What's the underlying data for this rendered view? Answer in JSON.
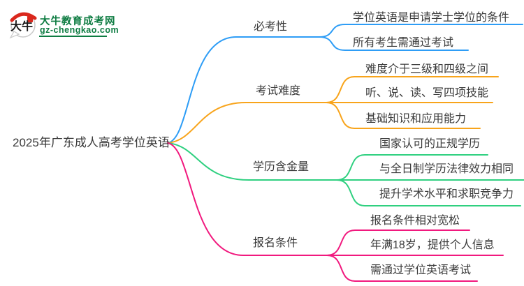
{
  "site": {
    "name": "大牛教育成考网",
    "domain": "gz-chengkao.com",
    "logo_glyph": "大牛",
    "brand_color": "#0E7C42",
    "logo_red": "#DA281D"
  },
  "mindmap": {
    "central_topic": "2025年广东成人高考学位英语",
    "text_color": "#3B3B3B",
    "branches": [
      {
        "label": "必考性",
        "color": "#2E9DF6",
        "children": [
          "学位英语是申请学士学位的条件",
          "所有考生需通过考试"
        ]
      },
      {
        "label": "考试难度",
        "color": "#F8A41B",
        "children": [
          "难度介于三级和四级之间",
          "听、说、读、写四项技能",
          "基础知识和应用能力"
        ]
      },
      {
        "label": "学历含金量",
        "color": "#2FD080",
        "children": [
          "国家认可的正规学历",
          "与全日制学历法律效力相同",
          "提升学术水平和求职竞争力"
        ]
      },
      {
        "label": "报名条件",
        "color": "#F1197E",
        "children": [
          "报名条件相对宽松",
          "年满18岁，提供个人信息",
          "需通过学位英语考试"
        ]
      }
    ]
  }
}
